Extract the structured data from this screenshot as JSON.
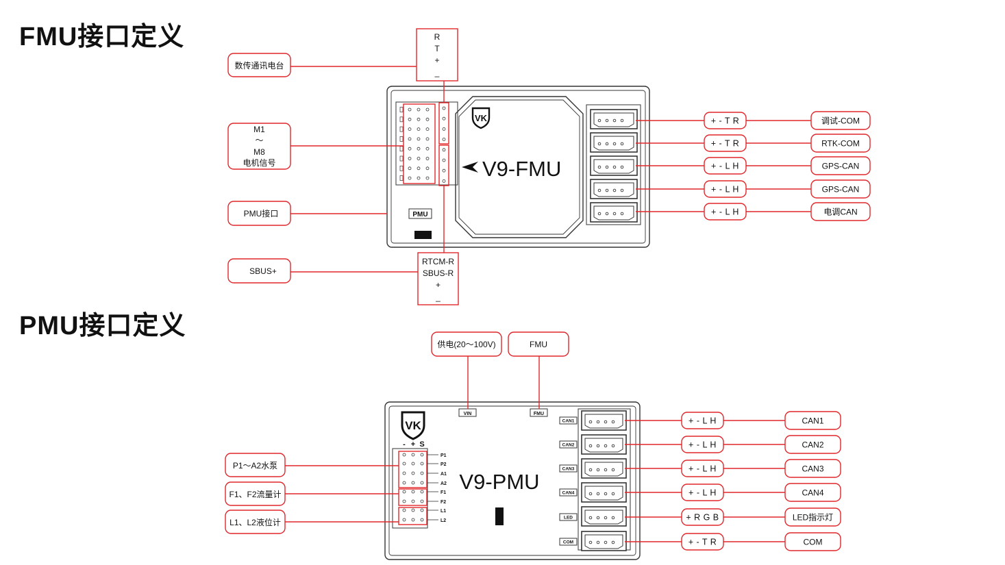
{
  "headings": {
    "fmu": "FMU接口定义",
    "pmu": "PMU接口定义"
  },
  "colors": {
    "callout": "#e0272b",
    "outline": "#333333",
    "text": "#111111",
    "background": "#ffffff"
  },
  "fmu": {
    "title": "V9-FMU",
    "logo_icon": "vk-shield-logo-icon",
    "top_box_lines": [
      "R",
      "T",
      "+",
      "_"
    ],
    "bottom_box_lines": [
      "RTCM-R",
      "SBUS-R",
      "+",
      "_"
    ],
    "pmu_tag": "PMU",
    "left_labels": [
      "数传通讯电台",
      "M1",
      "～",
      "M8",
      "电机信号",
      "PMU接口",
      "SBUS+"
    ],
    "port_pins": [
      "+ - T R",
      "+ - T R",
      "+ - L H",
      "+ - L H",
      "+ - L H"
    ],
    "port_names": [
      "调试-COM",
      "RTK-COM",
      "GPS-CAN",
      "GPS-CAN",
      "电调CAN"
    ]
  },
  "pmu": {
    "title": "V9-PMU",
    "logo_icon": "vk-shield-logo-icon",
    "top_labels": [
      "供电(20～100V)",
      "FMU"
    ],
    "top_tags": [
      "VIN",
      "FMU"
    ],
    "header_signs": [
      "-",
      "+",
      "S"
    ],
    "row_labels": [
      "P1",
      "P2",
      "A1",
      "A2",
      "F1",
      "F2",
      "L1",
      "L2"
    ],
    "port_tags": [
      "CAN1",
      "CAN2",
      "CAN3",
      "CAN4",
      "LED",
      "COM"
    ],
    "port_pins": [
      "+ - L H",
      "+ - L H",
      "+ - L H",
      "+ - L H",
      "+ R G B",
      "+ - T R"
    ],
    "port_names": [
      "CAN1",
      "CAN2",
      "CAN3",
      "CAN4",
      "LED指示灯",
      "COM"
    ],
    "left_labels": [
      "P1～A2水泵",
      "F1、F2流量计",
      "L1、L2液位计"
    ]
  }
}
